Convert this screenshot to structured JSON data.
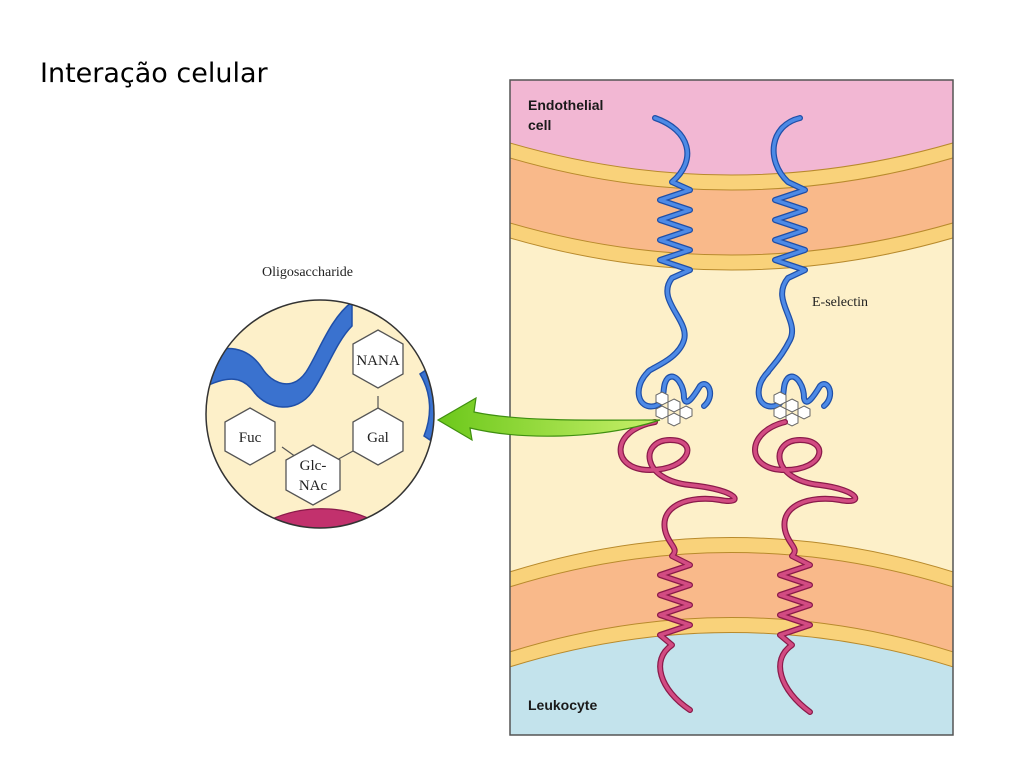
{
  "title": "Interação celular",
  "labels": {
    "endothelial_line1": "Endothelial",
    "endothelial_line2": "cell",
    "selectin": "E-selectin",
    "leukocyte": "Leukocyte",
    "oligosaccharide": "Oligosaccharide"
  },
  "sugars": {
    "nana": "NANA",
    "gal": "Gal",
    "fuc": "Fuc",
    "glcnac_line1": "Glc-",
    "glcnac_line2": "NAc"
  },
  "colors": {
    "endothelial_cytoplasm": "#f2b7d3",
    "membrane_outer": "#f9d27a",
    "membrane_core": "#f9b98a",
    "extracellular": "#fdf0c9",
    "leukocyte_cytoplasm": "#c3e3ec",
    "selectin_protein": "#3a72cf",
    "ligand_protein": "#c2316d",
    "arrow": "#7ed321"
  }
}
